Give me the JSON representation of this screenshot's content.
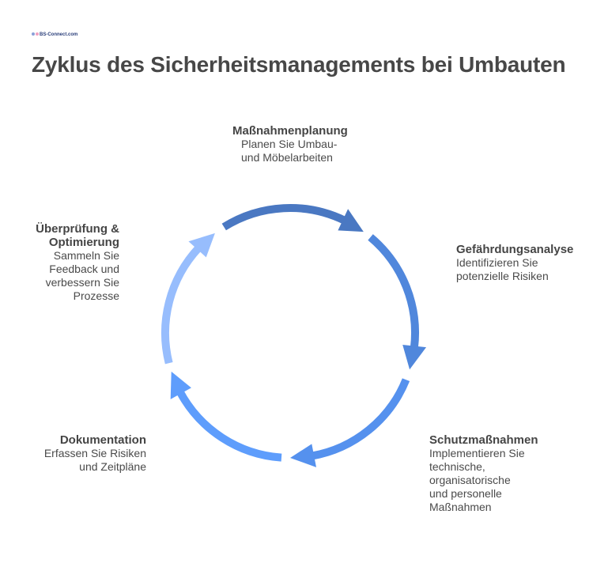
{
  "logo": {
    "text": "BS-Connect.com"
  },
  "title": "Zyklus des Sicherheitsmanagements bei Umbauten",
  "steps": [
    {
      "title": "Maßnahmenplanung",
      "description": "Planen Sie Umbau-\nund Möbelarbeiten",
      "color": "#4a78c2"
    },
    {
      "title": "Gefährdungsanalyse",
      "description": "Identifizieren Sie\npotenzielle Risiken",
      "color": "#5087dc"
    },
    {
      "title": "Schutzmaßnahmen",
      "description": "Implementieren Sie\ntechnische,\norganisatorische\nund personelle\nMaßnahmen",
      "color": "#5591ee"
    },
    {
      "title": "Dokumentation",
      "description": "Erfassen Sie Risiken\nund Zeitpläne",
      "color": "#5e9dfc"
    },
    {
      "title": "Überprüfung &\nOptimierung",
      "description": "Sammeln Sie\nFeedback und\nverbessern Sie\nProzesse",
      "color": "#97bdfd"
    }
  ]
}
